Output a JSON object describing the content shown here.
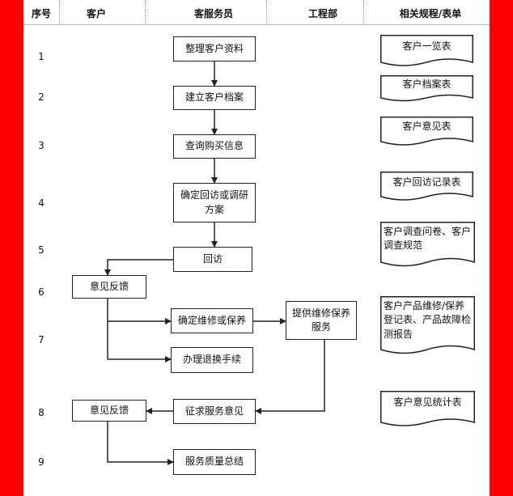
{
  "header": {
    "seq": "序号",
    "customer": "客户",
    "service": "客服务员",
    "engineering": "工程部",
    "forms": "相关规程/表单"
  },
  "rows": [
    "1",
    "2",
    "3",
    "4",
    "5",
    "6",
    "7",
    "8",
    "9"
  ],
  "steps": {
    "s1": "整理客户资料",
    "s2": "建立客户档案",
    "s3": "查询购买信息",
    "s4": "确定回访或调研方案",
    "s5": "回访",
    "s6": "意见反馈",
    "s7a": "确定维修或保养",
    "s7b": "提供维修保养服务",
    "s7c": "办理退换手续",
    "s8a": "征求服务意见",
    "s8b": "意见反馈",
    "s9": "服务质量总结"
  },
  "docs": {
    "d1": "客户一览表",
    "d2": "客户档案表",
    "d3": "客户意见表",
    "d4": "客户回访记录表",
    "d5": "客户调查问卷、客户调查规范",
    "d7": "客户产品维修/保养登记表、产品故障检测报告",
    "d8": "客户意见统计表"
  },
  "colors": {
    "background": "#ff0000",
    "paper": "#ffffff",
    "line": "#222222"
  }
}
